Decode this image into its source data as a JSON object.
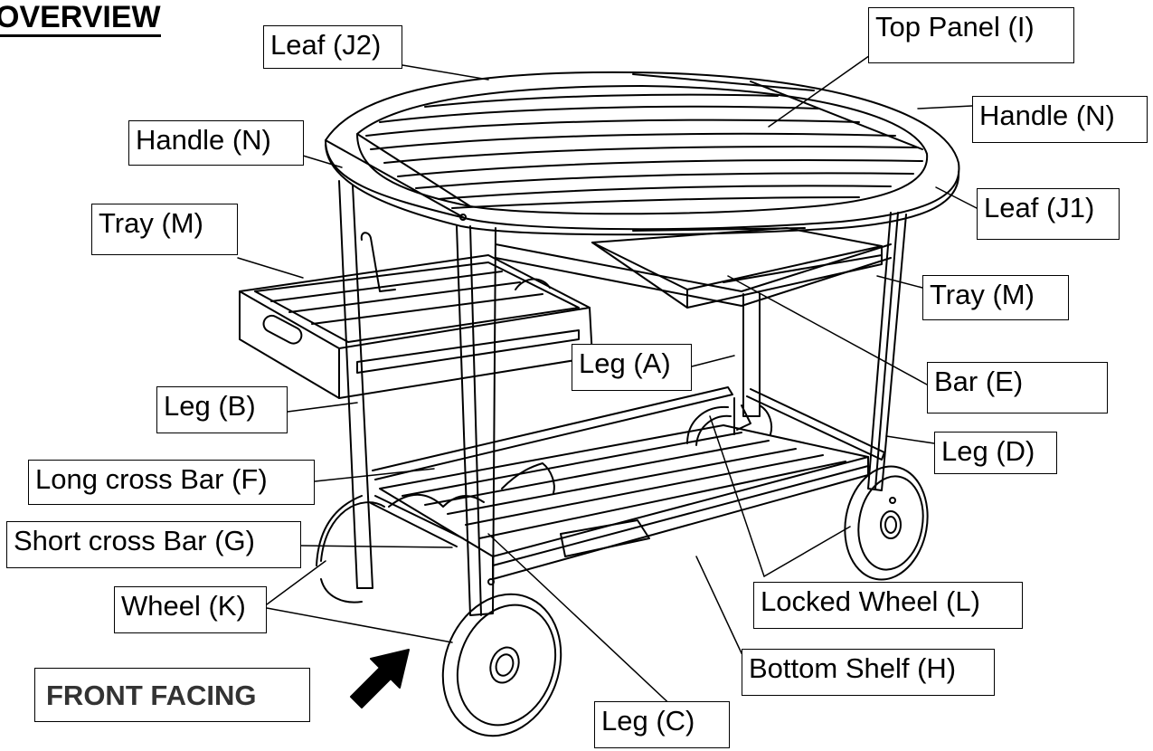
{
  "title": "OVERVIEW",
  "labels": {
    "leaf_j2": "Leaf (J2)",
    "top_panel": "Top Panel (I)",
    "handle_right": "Handle (N)",
    "handle_left": "Handle (N)",
    "leaf_j1": "Leaf (J1)",
    "tray_left": "Tray (M)",
    "tray_right": "Tray (M)",
    "leg_a": "Leg (A)",
    "bar_e": "Bar (E)",
    "leg_b": "Leg (B)",
    "leg_d": "Leg (D)",
    "long_cross_bar": "Long cross Bar (F)",
    "short_cross_bar": "Short cross Bar (G)",
    "wheel": "Wheel (K)",
    "locked_wheel": "Locked Wheel (L)",
    "bottom_shelf": "Bottom Shelf (H)",
    "leg_c": "Leg (C)"
  },
  "front_facing": "FRONT FACING"
}
